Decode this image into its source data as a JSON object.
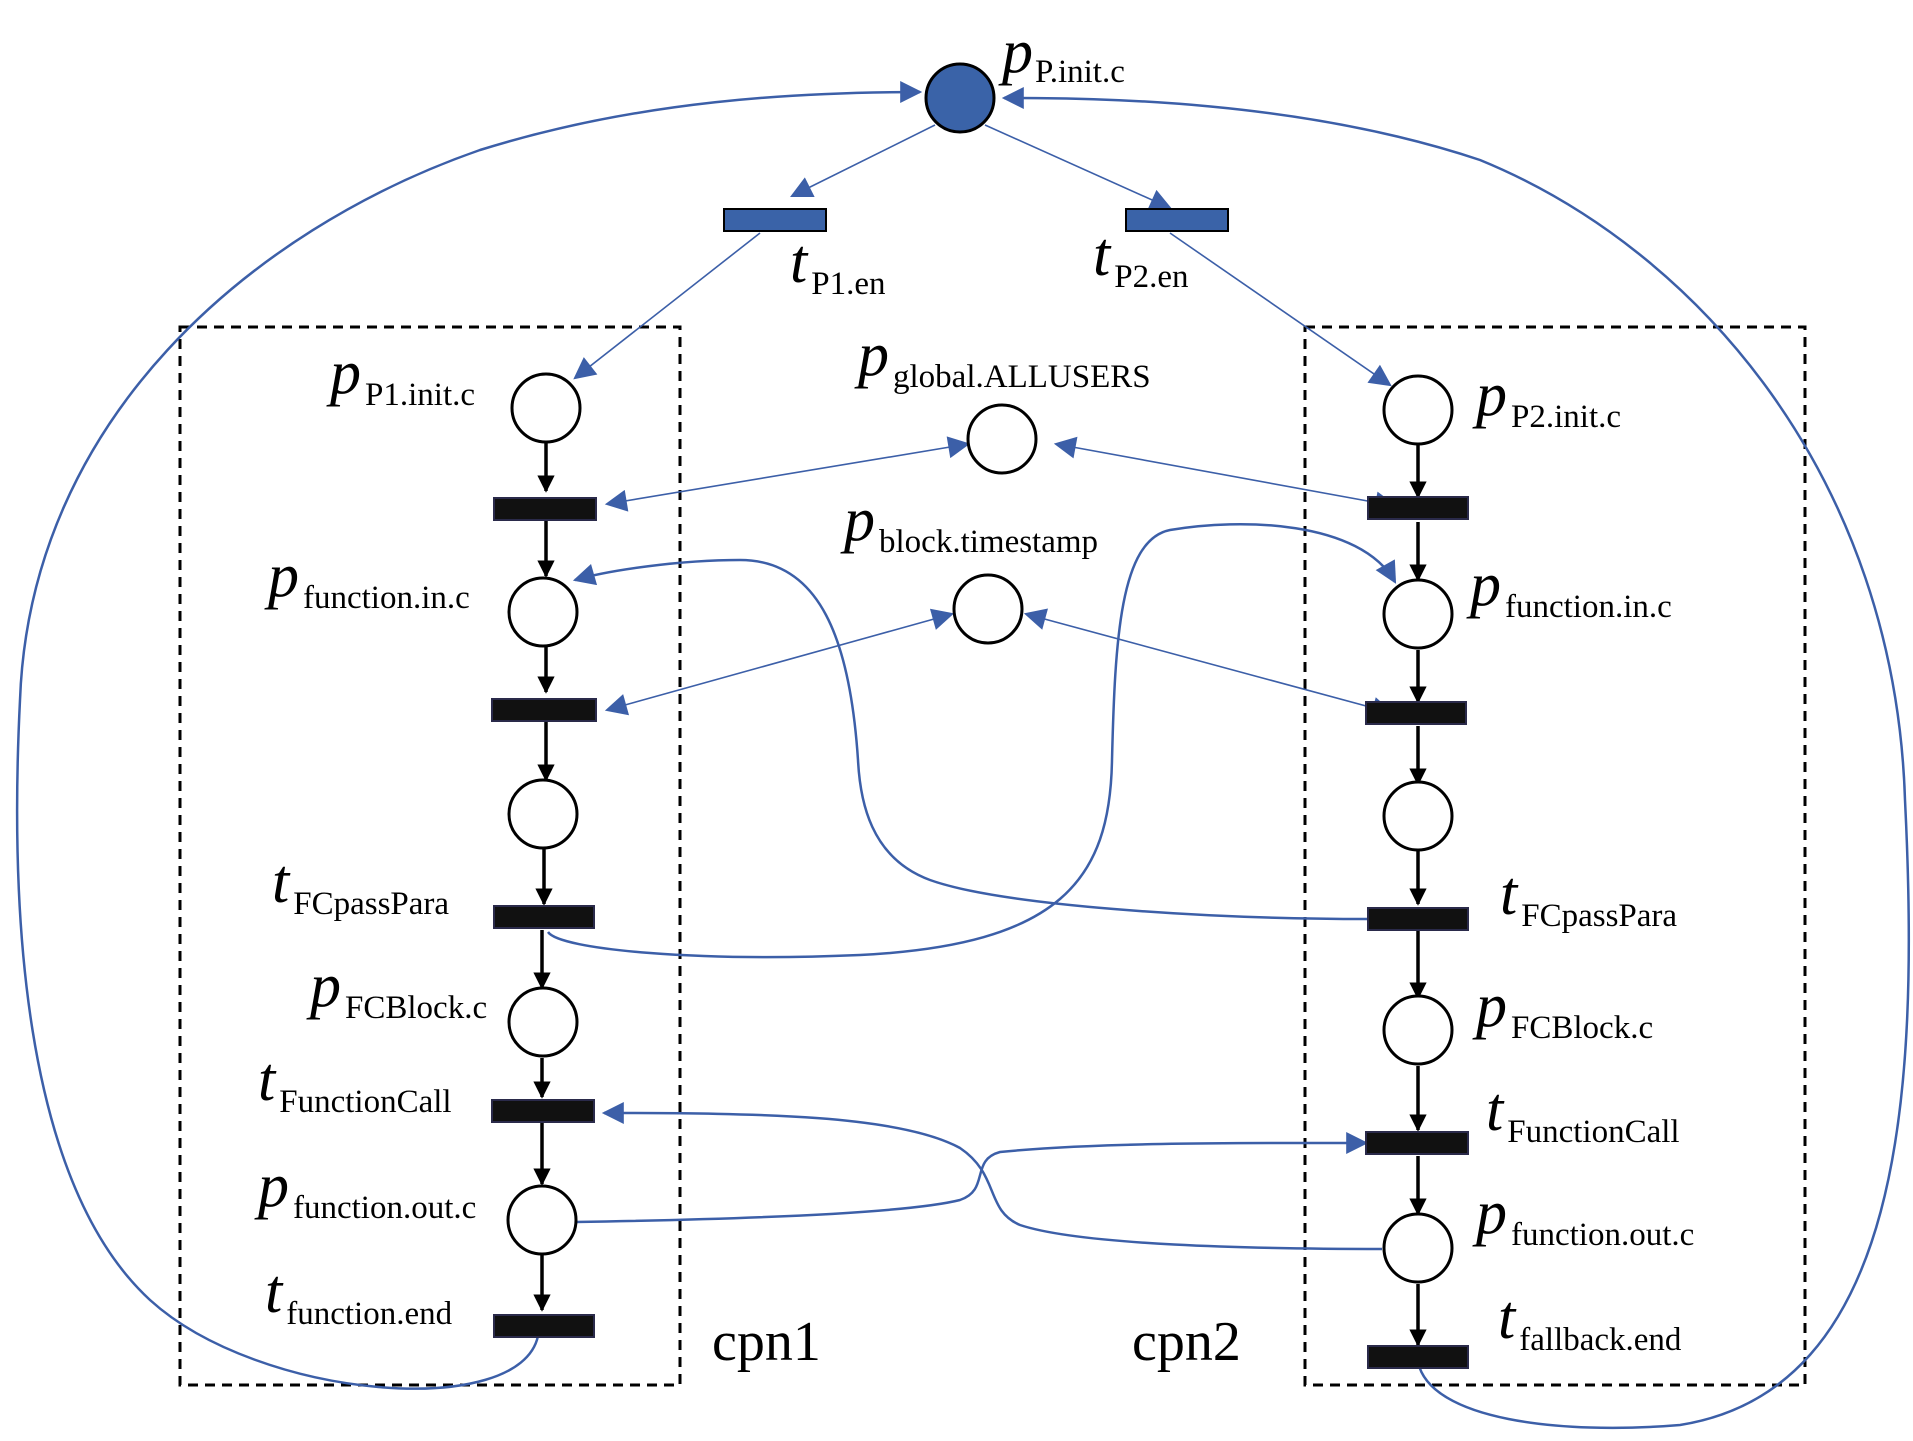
{
  "labels": {
    "p_init": {
      "main": "p",
      "sub": "P.init.c"
    },
    "t_p1_en": {
      "main": "t",
      "sub": "P1.en"
    },
    "t_p2_en": {
      "main": "t",
      "sub": "P2.en"
    },
    "p_global": {
      "main": "p",
      "sub": "global.ALLUSERS"
    },
    "p_block": {
      "main": "p",
      "sub": "block.timestamp"
    },
    "cpn1": {
      "p_init": {
        "main": "p",
        "sub": "P1.init.c"
      },
      "p_function_in": {
        "main": "p",
        "sub": "function.in.c"
      },
      "t_pass_para": {
        "main": "t",
        "sub": "FCpassPara"
      },
      "p_fcblock": {
        "main": "p",
        "sub": "FCBlock.c"
      },
      "t_function_call": {
        "main": "t",
        "sub": "FunctionCall"
      },
      "p_function_out": {
        "main": "p",
        "sub": "function.out.c"
      },
      "t_end": {
        "main": "t",
        "sub": "function.end"
      }
    },
    "cpn2": {
      "p_init": {
        "main": "p",
        "sub": "P2.init.c"
      },
      "p_function_in": {
        "main": "p",
        "sub": "function.in.c"
      },
      "t_pass_para": {
        "main": "t",
        "sub": "FCpassPara"
      },
      "p_fcblock": {
        "main": "p",
        "sub": "FCBlock.c"
      },
      "t_function_call": {
        "main": "t",
        "sub": "FunctionCall"
      },
      "p_function_out": {
        "main": "p",
        "sub": "function.out.c"
      },
      "t_end": {
        "main": "t",
        "sub": "fallback.end"
      }
    }
  },
  "nets": {
    "left": "cpn1",
    "right": "cpn2"
  },
  "colors": {
    "arc_blue": "#3c5fa8",
    "fill_blue": "#3a63a8",
    "transition": "#111111"
  }
}
